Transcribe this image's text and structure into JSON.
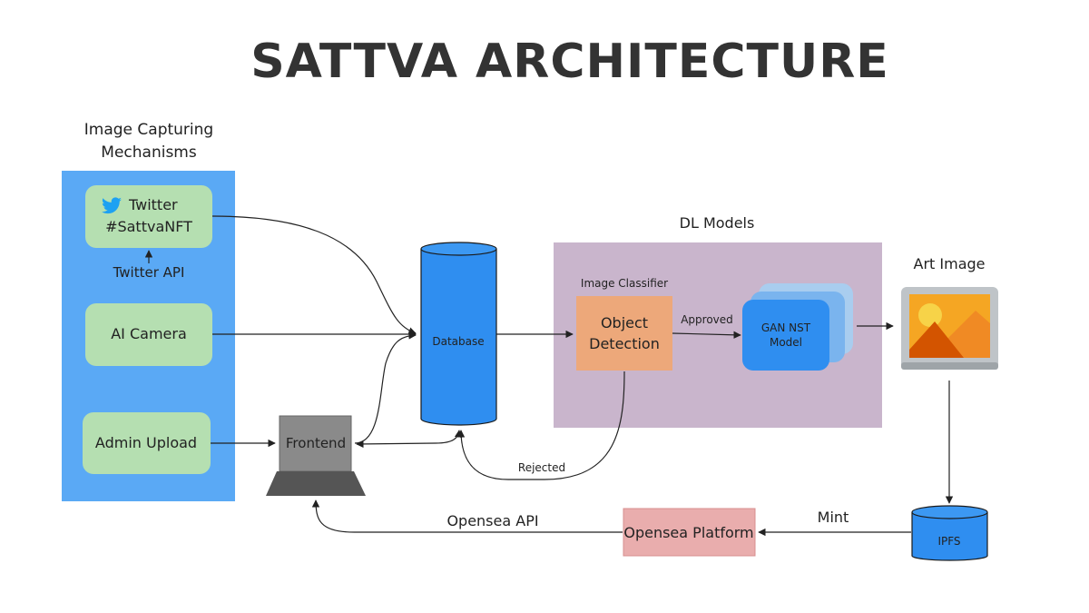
{
  "title": "SATTVA ARCHITECTURE",
  "capture": {
    "heading_line1": "Image Capturing",
    "heading_line2": "Mechanisms",
    "twitter_line1": "Twitter",
    "twitter_line2": "#SattvaNFT",
    "twitter_api": "Twitter API",
    "ai_camera": "AI Camera",
    "admin_upload": "Admin Upload"
  },
  "frontend": "Frontend",
  "database": "Database",
  "dl_models": {
    "heading": "DL Models",
    "classifier_heading": "Image Classifier",
    "object_line1": "Object",
    "object_line2": "Detection",
    "gan_line1": "GAN NST",
    "gan_line2": "Model"
  },
  "edge_labels": {
    "approved": "Approved",
    "rejected": "Rejected",
    "mint": "Mint",
    "opensea_api": "Opensea API"
  },
  "art_image": "Art Image",
  "ipfs": "IPFS",
  "opensea_platform": "Opensea Platform",
  "colors": {
    "capture_panel": "#5aa9f5",
    "green_box": "#b5dfb1",
    "dl_panel": "#c9b5cc",
    "object_box": "#eda87a",
    "gan_box": "#2f8ef0",
    "database": "#2f8ef0",
    "opensea_box": "#e9adad",
    "frontend_screen": "#8a8a8a",
    "frontend_base": "#555555"
  },
  "icons": [
    "twitter-bird-icon",
    "art-image-icon"
  ]
}
